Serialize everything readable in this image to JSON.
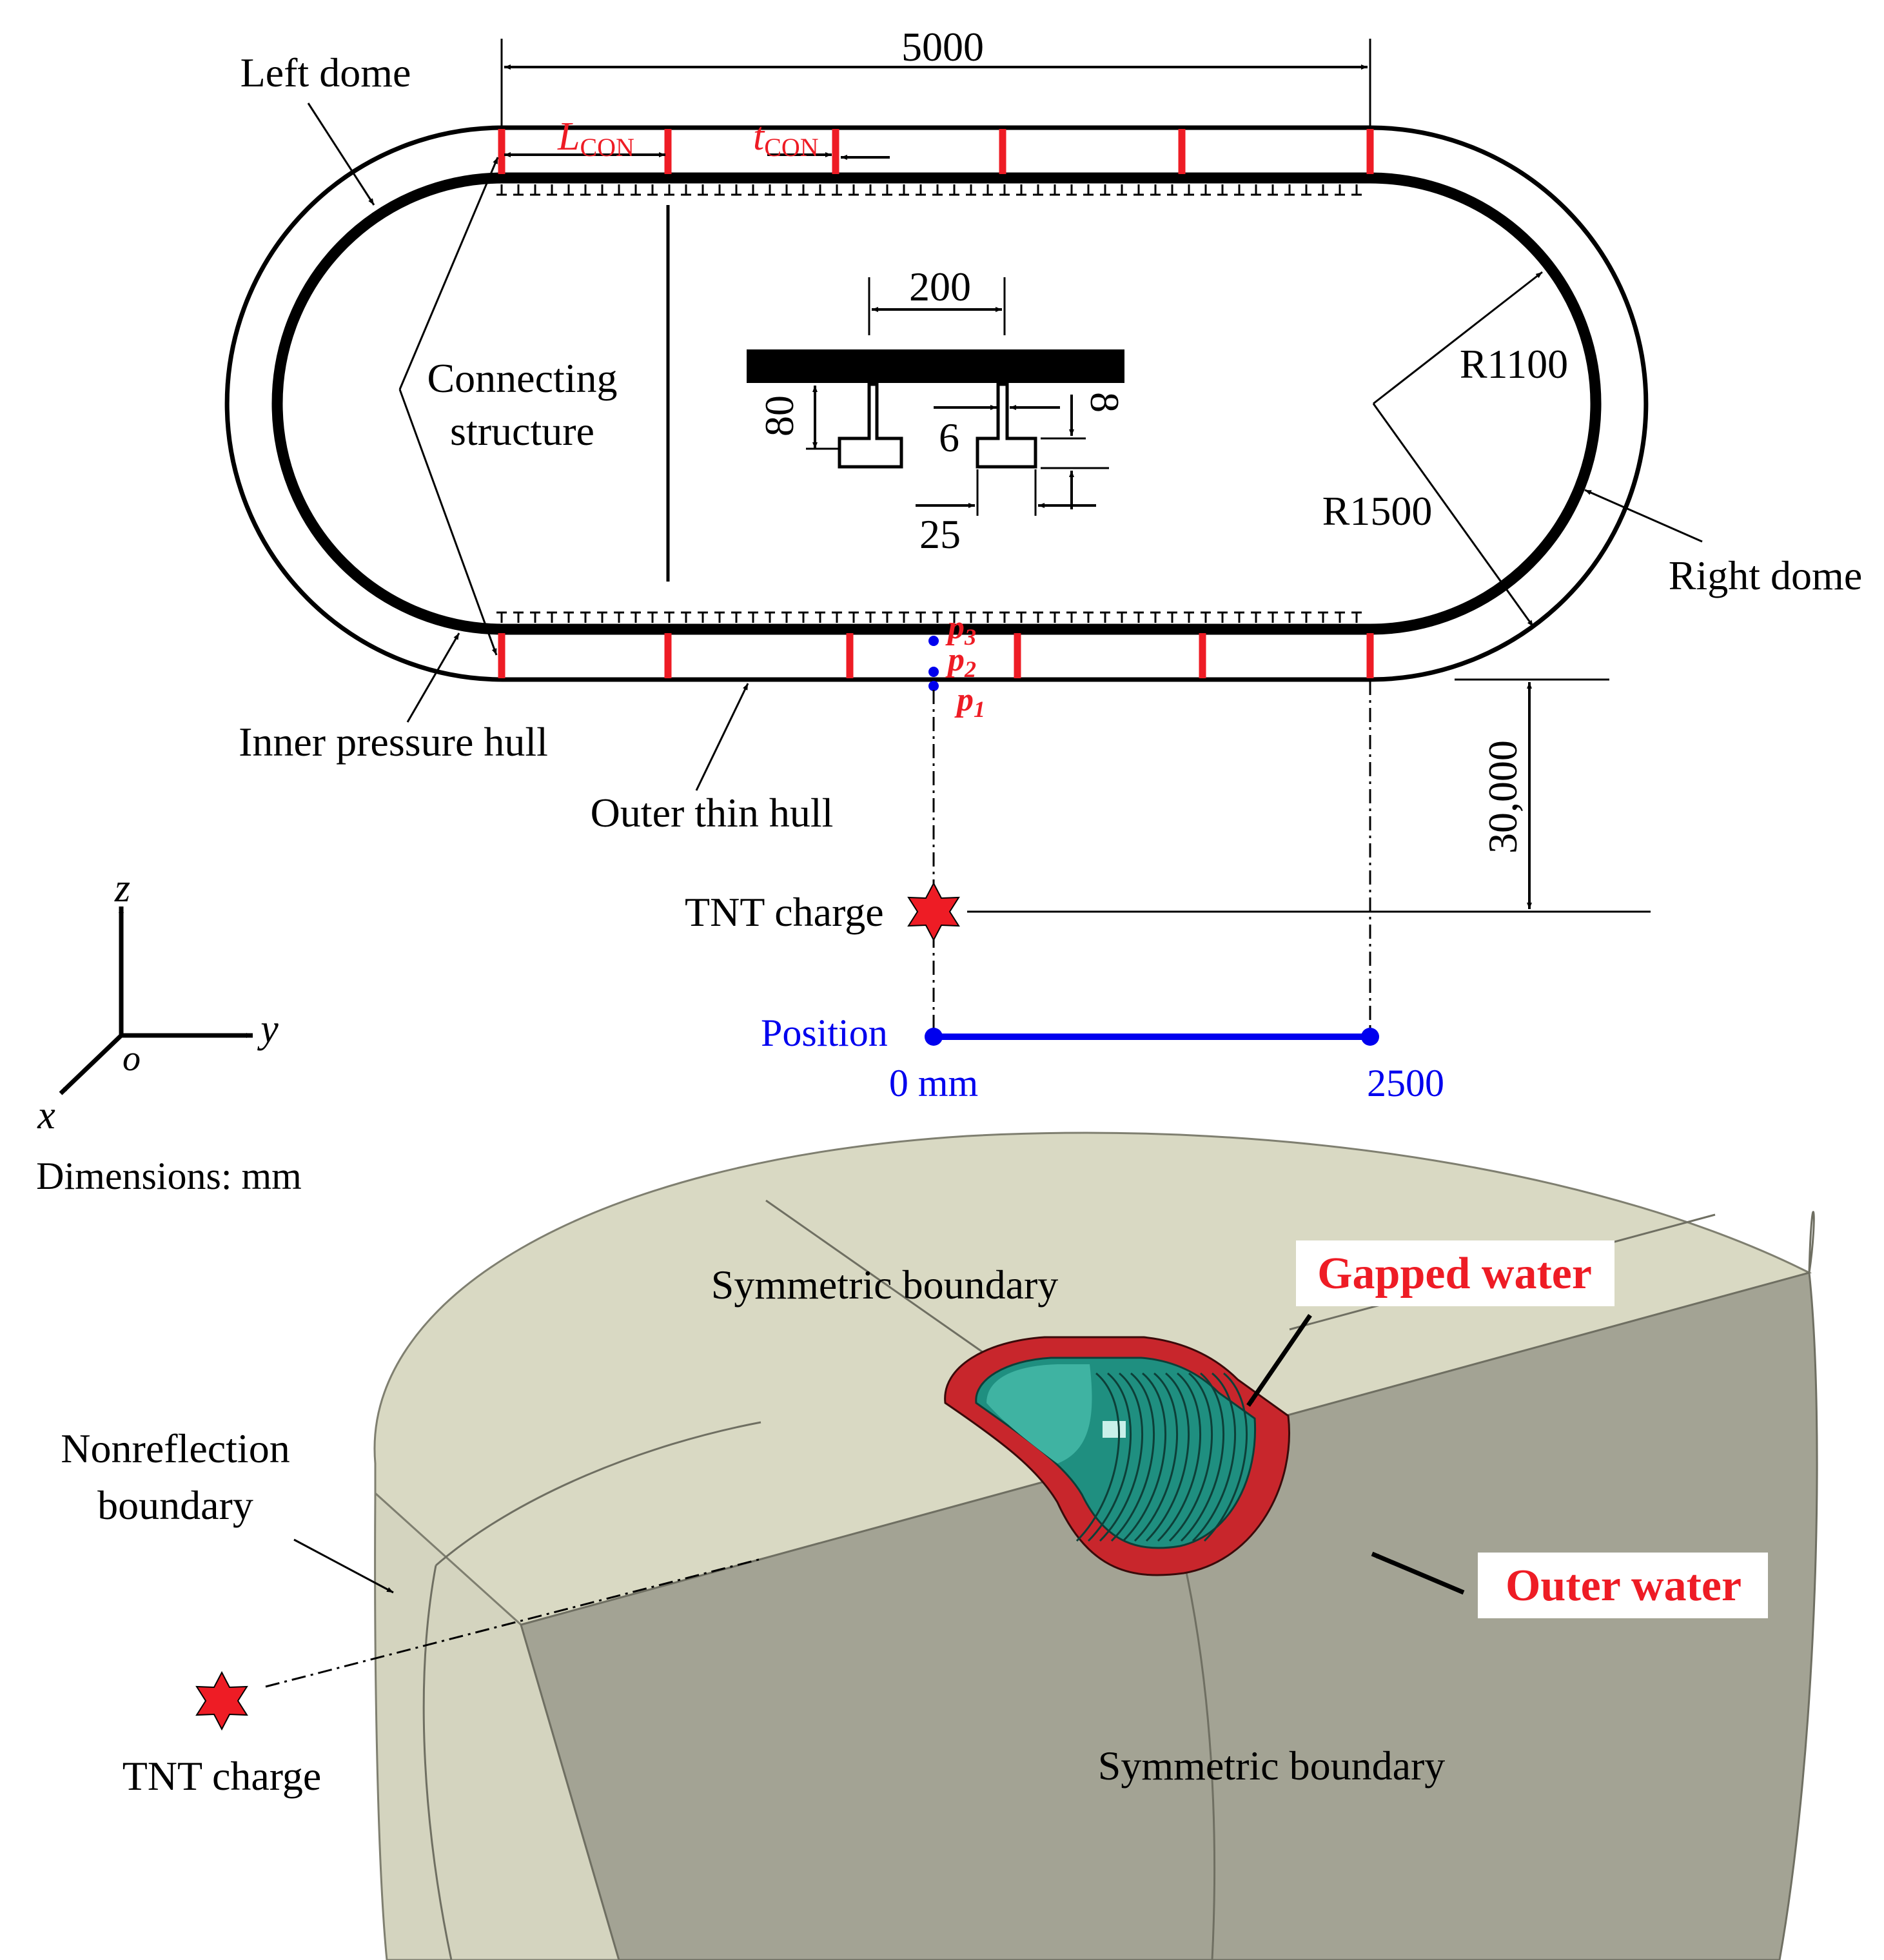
{
  "colors": {
    "hull": "#000000",
    "connector": "#ee1c25",
    "position": "#0000ee",
    "charge": "#ee1c25",
    "fluid_top": "#d9d9c3",
    "fluid_side": "#a3a394",
    "gapped_water": "#c8262c",
    "inner_hull": "#1f8f80"
  },
  "top": {
    "length_dim": "5000",
    "left_dome": "Left dome",
    "right_dome": "Right dome",
    "l_con_main": "L",
    "l_con_sub": "CON",
    "t_con_main": "t",
    "t_con_sub": "CON",
    "connecting_line1": "Connecting",
    "connecting_line2": "structure",
    "r_inner": "R1100",
    "r_outer": "R1500",
    "inner_hull": "Inner pressure hull",
    "outer_hull": "Outer thin hull",
    "stiffener": {
      "spacing": "200",
      "height": "80",
      "web": "6",
      "flange_thk": "8",
      "flange_w": "25"
    },
    "p3": "p",
    "p3_sub": "3",
    "p2": "p",
    "p2_sub": "2",
    "p1": "p",
    "p1_sub": "1",
    "standoff": "30,000",
    "tnt": "TNT charge",
    "position_label": "Position",
    "position_start": "0 mm",
    "position_end": "2500",
    "axis_z": "z",
    "axis_y": "y",
    "axis_x": "x",
    "axis_o": "o",
    "units": "Dimensions: mm"
  },
  "bottom": {
    "sym_top": "Symmetric boundary",
    "sym_side": "Symmetric boundary",
    "gapped": "Gapped water",
    "outer": "Outer water",
    "nonrefl_line1": "Nonreflection",
    "nonrefl_line2": "boundary",
    "tnt": "TNT charge"
  }
}
